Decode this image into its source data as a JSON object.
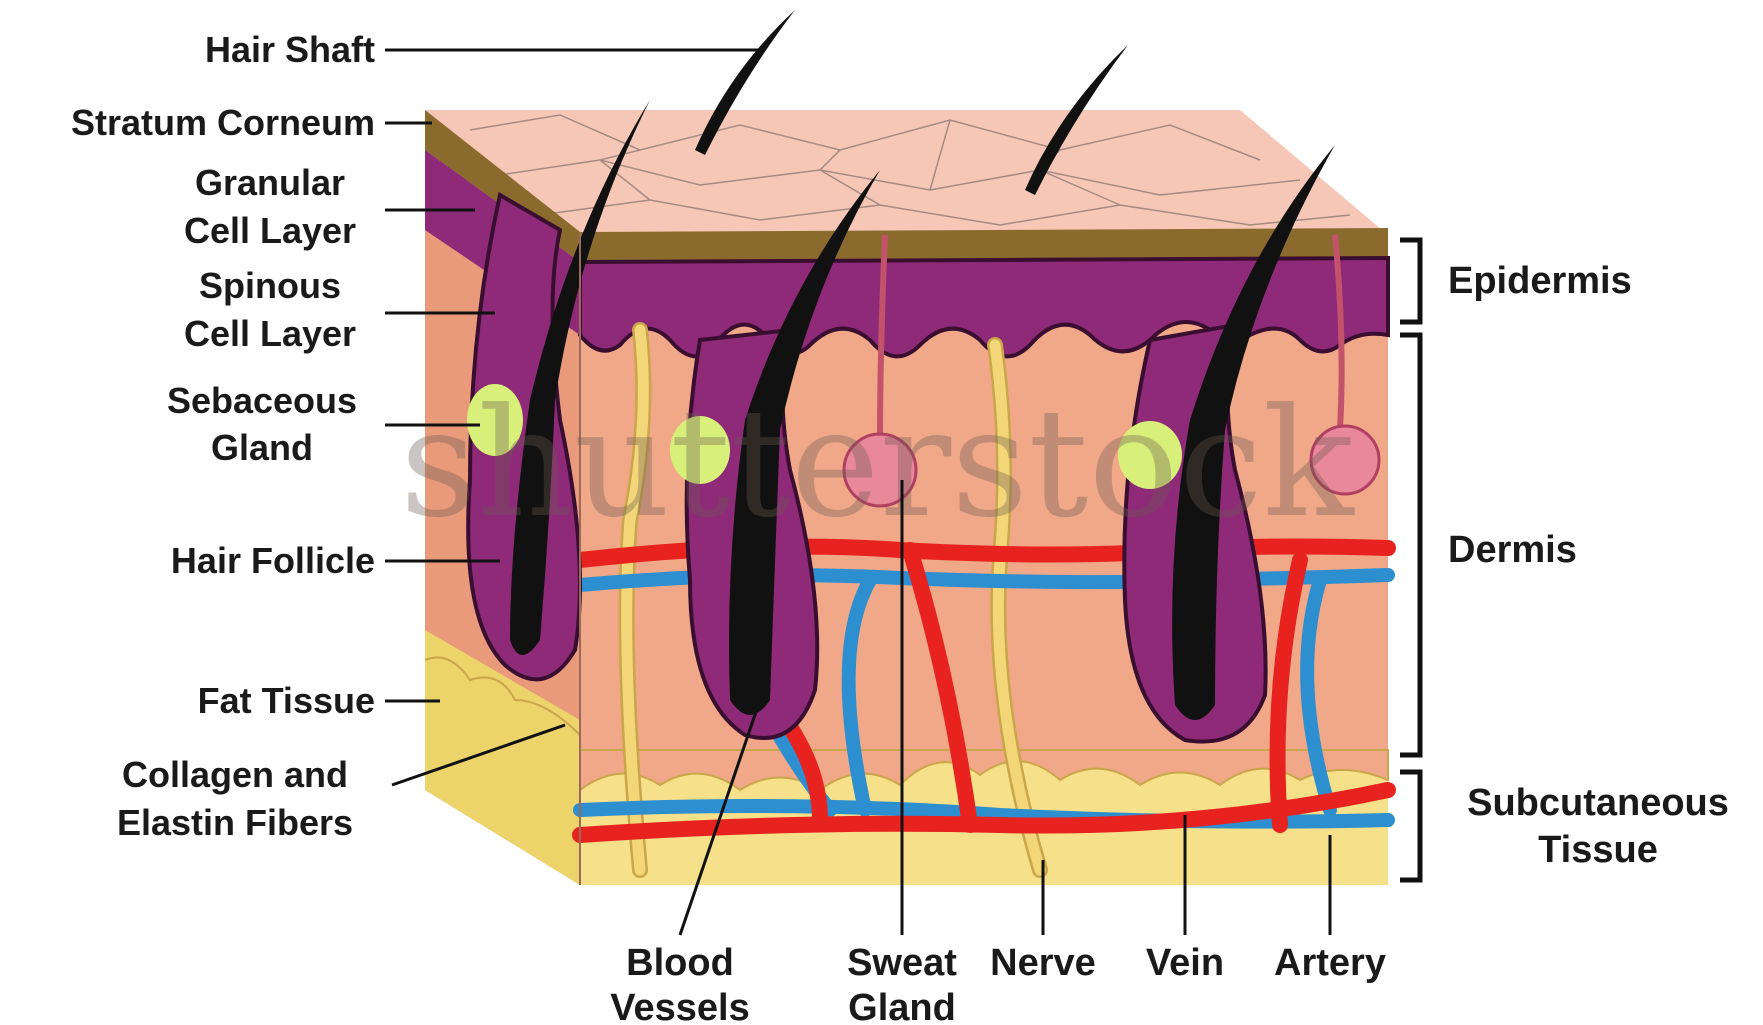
{
  "colors": {
    "surface": "#f6c7b6",
    "stratum_corneum": "#8b6a2e",
    "epidermis": "#8e2a78",
    "dermis": "#f0a888",
    "subcutaneous": "#f6e08a",
    "hair": "#111111",
    "sebaceous": "#d8f07a",
    "artery": "#e8231f",
    "vein": "#2e8fd0",
    "nerve": "#f3d678"
  },
  "left_labels": {
    "hair_shaft": "Hair Shaft",
    "stratum_corneum": "Stratum Corneum",
    "granular_1": "Granular",
    "granular_2": "Cell Layer",
    "spinous_1": "Spinous",
    "spinous_2": "Cell Layer",
    "sebaceous_1": "Sebaceous",
    "sebaceous_2": "Gland",
    "hair_follicle": "Hair Follicle",
    "fat_tissue": "Fat Tissue",
    "collagen_1": "Collagen and",
    "collagen_2": "Elastin Fibers"
  },
  "right_labels": {
    "epidermis": "Epidermis",
    "dermis": "Dermis",
    "subcutaneous_1": "Subcutaneous",
    "subcutaneous_2": "Tissue"
  },
  "bottom_labels": {
    "blood_1": "Blood",
    "blood_2": "Vessels",
    "sweat_1": "Sweat",
    "sweat_2": "Gland",
    "nerve": "Nerve",
    "vein": "Vein",
    "artery": "Artery"
  },
  "watermark": "shutterstock"
}
